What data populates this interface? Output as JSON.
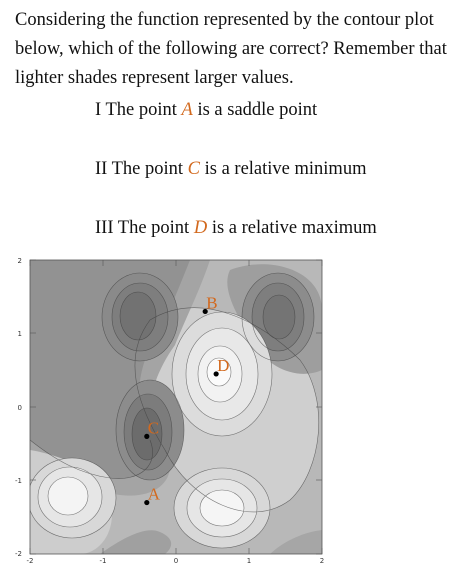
{
  "question": {
    "text": "Considering the function represented by the contour plot below, which of the following are correct? Remember that lighter shades represent larger values."
  },
  "statements": [
    {
      "prefix": "I The point ",
      "point": "A",
      "suffix": " is a saddle point"
    },
    {
      "prefix": "II The point ",
      "point": "C",
      "suffix": " is a relative minimum"
    },
    {
      "prefix": "III The point ",
      "point": "D",
      "suffix": " is a relative maximum"
    }
  ],
  "plot": {
    "x_ticks": [
      "-2",
      "-1",
      "0",
      "1",
      "2"
    ],
    "y_ticks": [
      "2",
      "1",
      "0",
      "-1",
      "-2"
    ],
    "points": [
      {
        "label": "A",
        "x": -0.4,
        "y": -1.3
      },
      {
        "label": "B",
        "x": 0.4,
        "y": 1.3
      },
      {
        "label": "C",
        "x": -0.4,
        "y": -0.4
      },
      {
        "label": "D",
        "x": 0.55,
        "y": 0.45
      }
    ]
  },
  "colors": {
    "point_label": "#d2691e",
    "shade_darkest": "#6e6e6e",
    "shade_lightest": "#fafafa"
  }
}
